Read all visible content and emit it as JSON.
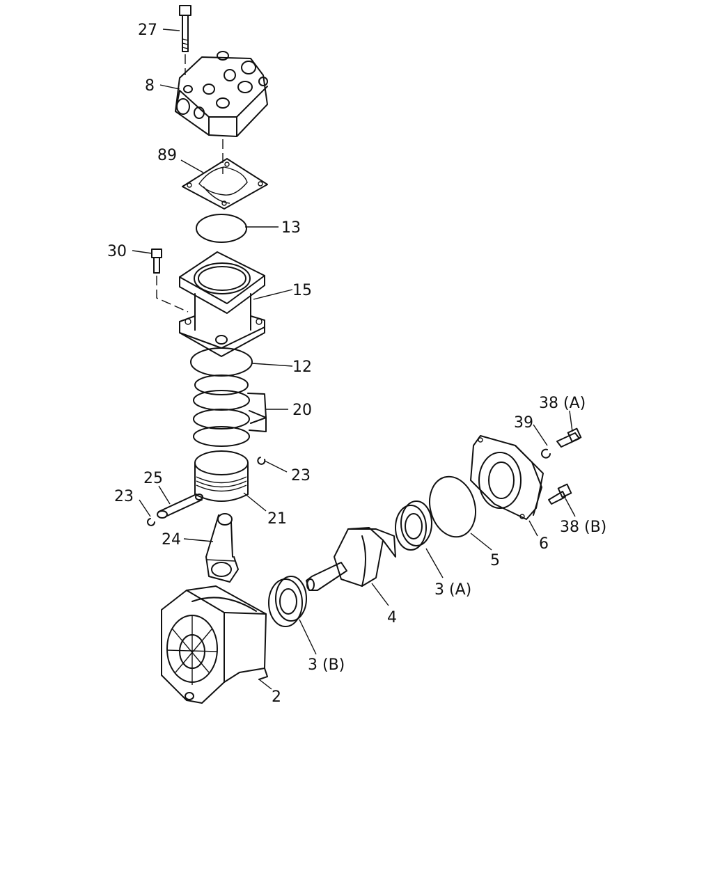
{
  "callouts": {
    "c27": "27",
    "c8": "8",
    "c89": "89",
    "c13": "13",
    "c30": "30",
    "c15": "15",
    "c12": "12",
    "c20": "20",
    "c23a": "23",
    "c25": "25",
    "c23b": "23",
    "c21": "21",
    "c24": "24",
    "c38a": "38 (A)",
    "c39": "39",
    "c38b": "38 (B)",
    "c6": "6",
    "c5": "5",
    "c3a": "3 (A)",
    "c4": "4",
    "c3b": "3 (B)",
    "c2": "2"
  }
}
